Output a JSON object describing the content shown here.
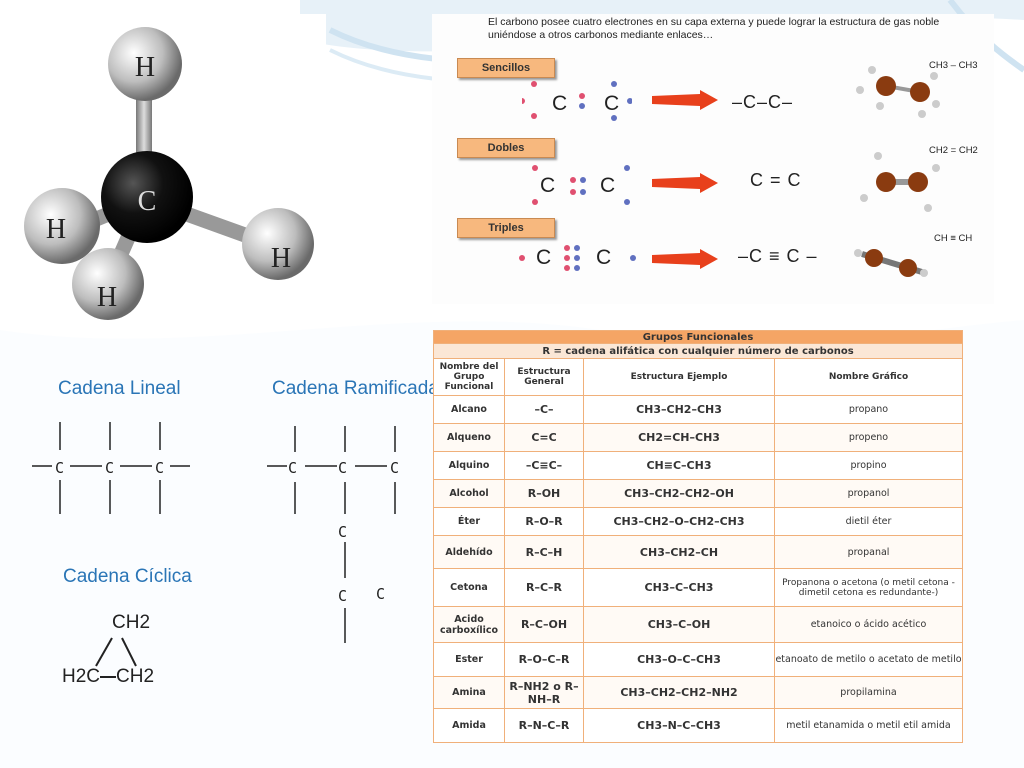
{
  "methane": {
    "center": "C",
    "h1": "H",
    "h2": "H",
    "h3": "H",
    "h4": "H"
  },
  "bonds": {
    "intro": "El carbono posee cuatro electrones en su capa externa y puede lograr la estructura de gas noble uniéndose a otros carbonos mediante enlaces…",
    "rows": [
      {
        "label": "Sencillos",
        "left": "C",
        "right": "C",
        "struct": "–C–C–",
        "formula": "CH3 – CH3"
      },
      {
        "label": "Dobles",
        "left": "C",
        "right": "C",
        "struct": "C = C",
        "formula": "CH2 = CH2"
      },
      {
        "label": "Triples",
        "left": "C",
        "right": "C",
        "struct": "–C ≡ C –",
        "formula": "CH ≡ CH"
      }
    ]
  },
  "chains": {
    "lineal_title": "Cadena Lineal",
    "ramificada_title": "Cadena Ramificada",
    "ciclica_title": "Cadena Cíclica",
    "c": "C",
    "ch2_top": "CH2",
    "h2c": "H2C",
    "ch2_right": "CH2"
  },
  "groups": {
    "title": "Grupos Funcionales",
    "subtitle": "R = cadena alifática con cualquier número de carbonos",
    "headers": [
      "Nombre del Grupo Funcional",
      "Estructura General",
      "Estructura Ejemplo",
      "Nombre Gráfico"
    ],
    "rows": [
      {
        "name": "Alcano",
        "general": "–C–",
        "example": "CH3–CH2–CH3",
        "named": "propano"
      },
      {
        "name": "Alqueno",
        "general": "C=C",
        "example": "CH2=CH–CH3",
        "named": "propeno"
      },
      {
        "name": "Alquino",
        "general": "–C≡C–",
        "example": "CH≡C–CH3",
        "named": "propino"
      },
      {
        "name": "Alcohol",
        "general": "R–OH",
        "example": "CH3–CH2–CH2–OH",
        "named": "propanol"
      },
      {
        "name": "Éter",
        "general": "R–O–R",
        "example": "CH3–CH2–O–CH2–CH3",
        "named": "dietil éter"
      },
      {
        "name": "Aldehído",
        "general": "R–C–H",
        "example": "CH3–CH2–CH",
        "named": "propanal"
      },
      {
        "name": "Cetona",
        "general": "R–C–R",
        "example": "CH3–C–CH3",
        "named": "Propanona o acetona (o metil cetona -dimetil cetona es redundante-)"
      },
      {
        "name": "Acido carboxílico",
        "general": "R–C–OH",
        "example": "CH3–C–OH",
        "named": "etanoico o ácido acético"
      },
      {
        "name": "Ester",
        "general": "R–O–C–R",
        "example": "CH3–O–C–CH3",
        "named": "etanoato de metilo o acetato de metilo"
      },
      {
        "name": "Amina",
        "general": "R–NH2 o R–NH–R",
        "example": "CH3–CH2–CH2–NH2",
        "named": "propilamina"
      },
      {
        "name": "Amida",
        "general": "R–N–C–R",
        "example": "CH3–N–C–CH3",
        "named": "metil etanamida o metil etil amida"
      }
    ]
  },
  "colors": {
    "accent": "#2a75b6",
    "tag": "#f7b87e",
    "table_header": "#f5a565",
    "arrow": "#e8401c"
  }
}
